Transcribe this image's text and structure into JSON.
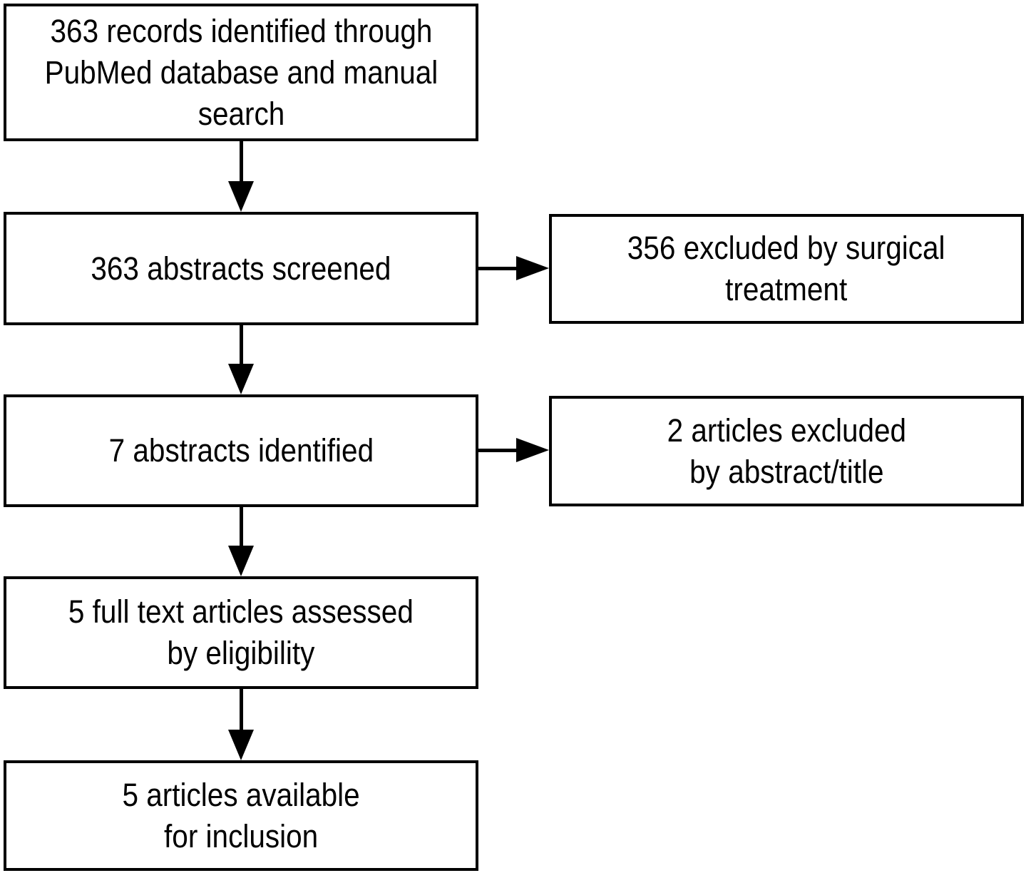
{
  "colors": {
    "line": "#000000",
    "text": "#000000",
    "background": "#ffffff"
  },
  "diagram": {
    "type": "flowchart",
    "nodes": [
      {
        "id": "records-identified",
        "label": "363 records identified through\nPubMed database and manual\nsearch"
      },
      {
        "id": "abstracts-screened",
        "label": "363 abstracts screened"
      },
      {
        "id": "excluded-surgical",
        "label": "356 excluded by surgical\ntreatment"
      },
      {
        "id": "abstracts-identified",
        "label": "7 abstracts identified"
      },
      {
        "id": "excluded-abstract-title",
        "label": "2 articles excluded\nby abstract/title"
      },
      {
        "id": "fulltext-assessed",
        "label": "5 full text articles assessed\nby eligibility"
      },
      {
        "id": "articles-included",
        "label": "5 articles available\nfor inclusion"
      }
    ],
    "edges": [
      {
        "from": "records-identified",
        "to": "abstracts-screened",
        "direction": "down"
      },
      {
        "from": "abstracts-screened",
        "to": "excluded-surgical",
        "direction": "right"
      },
      {
        "from": "abstracts-screened",
        "to": "abstracts-identified",
        "direction": "down"
      },
      {
        "from": "abstracts-identified",
        "to": "excluded-abstract-title",
        "direction": "right"
      },
      {
        "from": "abstracts-identified",
        "to": "fulltext-assessed",
        "direction": "down"
      },
      {
        "from": "fulltext-assessed",
        "to": "articles-included",
        "direction": "down"
      }
    ]
  }
}
